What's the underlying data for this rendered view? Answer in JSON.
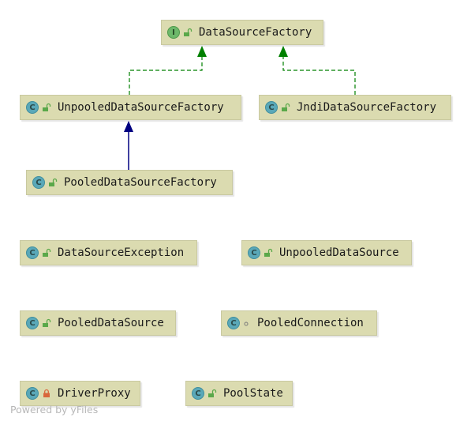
{
  "nodes": {
    "data_source_factory": {
      "label": "DataSourceFactory",
      "kind_icon": "I",
      "kind": "interface",
      "visibility": "public"
    },
    "unpooled_factory": {
      "label": "UnpooledDataSourceFactory",
      "kind_icon": "C",
      "kind": "class",
      "visibility": "public"
    },
    "jndi_factory": {
      "label": "JndiDataSourceFactory",
      "kind_icon": "C",
      "kind": "class",
      "visibility": "public"
    },
    "pooled_factory": {
      "label": "PooledDataSourceFactory",
      "kind_icon": "C",
      "kind": "class",
      "visibility": "public"
    },
    "data_source_exception": {
      "label": "DataSourceException",
      "kind_icon": "C",
      "kind": "class",
      "visibility": "public"
    },
    "unpooled_data_source": {
      "label": "UnpooledDataSource",
      "kind_icon": "C",
      "kind": "class",
      "visibility": "public"
    },
    "pooled_data_source": {
      "label": "PooledDataSource",
      "kind_icon": "C",
      "kind": "class",
      "visibility": "public"
    },
    "pooled_connection": {
      "label": "PooledConnection",
      "kind_icon": "C",
      "kind": "class",
      "visibility": "package"
    },
    "driver_proxy": {
      "label": "DriverProxy",
      "kind_icon": "C",
      "kind": "class",
      "visibility": "private"
    },
    "pool_state": {
      "label": "PoolState",
      "kind_icon": "C",
      "kind": "class",
      "visibility": "public"
    }
  },
  "edges": [
    {
      "from": "UnpooledDataSourceFactory",
      "to": "DataSourceFactory",
      "type": "implements"
    },
    {
      "from": "JndiDataSourceFactory",
      "to": "DataSourceFactory",
      "type": "implements"
    },
    {
      "from": "PooledDataSourceFactory",
      "to": "UnpooledDataSourceFactory",
      "type": "extends"
    }
  ],
  "colors": {
    "node_fill": "#dbdbb0",
    "implements_edge": "#008000",
    "extends_edge": "#000080"
  },
  "footer": {
    "text": "Powered by yFiles"
  }
}
